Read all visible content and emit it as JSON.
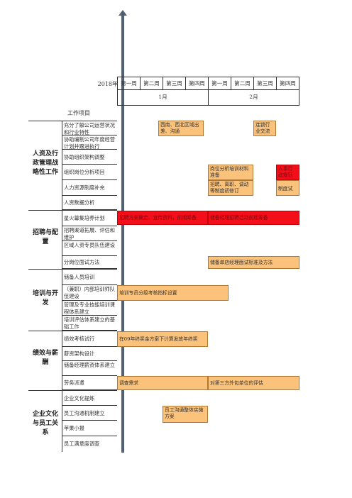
{
  "header": {
    "year": "2018年",
    "weeks": [
      "第一周",
      "第二周",
      "第三周",
      "第四周",
      "第一周",
      "第二周",
      "第三周",
      "第四周"
    ],
    "months": [
      "1月",
      "2月"
    ],
    "caption": "工作项目"
  },
  "categories": [
    {
      "id": "hr",
      "label": "人资及行政管理战略性工作",
      "tasks": [
        "充分了解公司运营状况和行业特性",
        "协助编制公司年度经营计划并跟进执行",
        "协助组织架构调整",
        "组织岗位分析项目",
        "人力资源制度补充",
        "人资数据分析"
      ]
    },
    {
      "id": "recruit",
      "label": "招聘与配置",
      "tasks": [
        "星火幕集培养计划",
        "招聘渠道拓展、评估和维护",
        "区域人资专员队伍建设",
        "分岗位面试方法"
      ]
    },
    {
      "id": "train",
      "label": "培训与开发",
      "tasks": [
        "储备人员培训",
        "（兼职）内部培训师队伍建设",
        "管理及专业技能培训课程体系建立",
        "培训评估体系建立的基础工作"
      ]
    },
    {
      "id": "perf",
      "label": "绩效与薪酬",
      "tasks": [
        "绩效考核试行",
        "薪资架构设计",
        "储备经理薪资体系建立",
        "劳务派遣"
      ]
    },
    {
      "id": "culture",
      "label": "企业文化与员工关系",
      "tasks": [
        "企业文化提炼",
        "员工沟通机制建立",
        "苹果小报",
        "员工满意度调查"
      ]
    }
  ],
  "bars": [
    {
      "id": "bar-region",
      "text": "西南、西北区域出差、沟通",
      "color": "orange"
    },
    {
      "id": "bar-industry",
      "text": "连锁行业交流",
      "color": "orange"
    },
    {
      "id": "bar-job-analysis",
      "text": "岗位分析培训材料准备",
      "color": "orange"
    },
    {
      "id": "bar-red-top",
      "text": "人事行政规范",
      "color": "red"
    },
    {
      "id": "bar-recruit-rules",
      "text": "招聘、离职、调动等制度初修订",
      "color": "orange"
    },
    {
      "id": "bar-trial",
      "text": "制度试行",
      "color": "orange"
    },
    {
      "id": "bar-spark-1",
      "text": "招聘方案确定、宣传资料，前期筹备",
      "color": "red"
    },
    {
      "id": "bar-spark-2",
      "text": "储备经理招聘活动前期筹备",
      "color": "red"
    },
    {
      "id": "bar-interview",
      "text": "储备单店经理面试标准及方法",
      "color": "orange"
    },
    {
      "id": "bar-trainer",
      "text": "培训专员分级考核指标设置",
      "color": "orange"
    },
    {
      "id": "bar-bonus",
      "text": "在09年终奖金方案下计算发放年终奖",
      "color": "orange"
    },
    {
      "id": "bar-survey",
      "text": "调查需求",
      "color": "orange"
    },
    {
      "id": "bar-outsource",
      "text": "对第三方外包单位的评估",
      "color": "orange"
    },
    {
      "id": "bar-comm",
      "text": "员工沟通整体实施方案",
      "color": "orange"
    }
  ]
}
